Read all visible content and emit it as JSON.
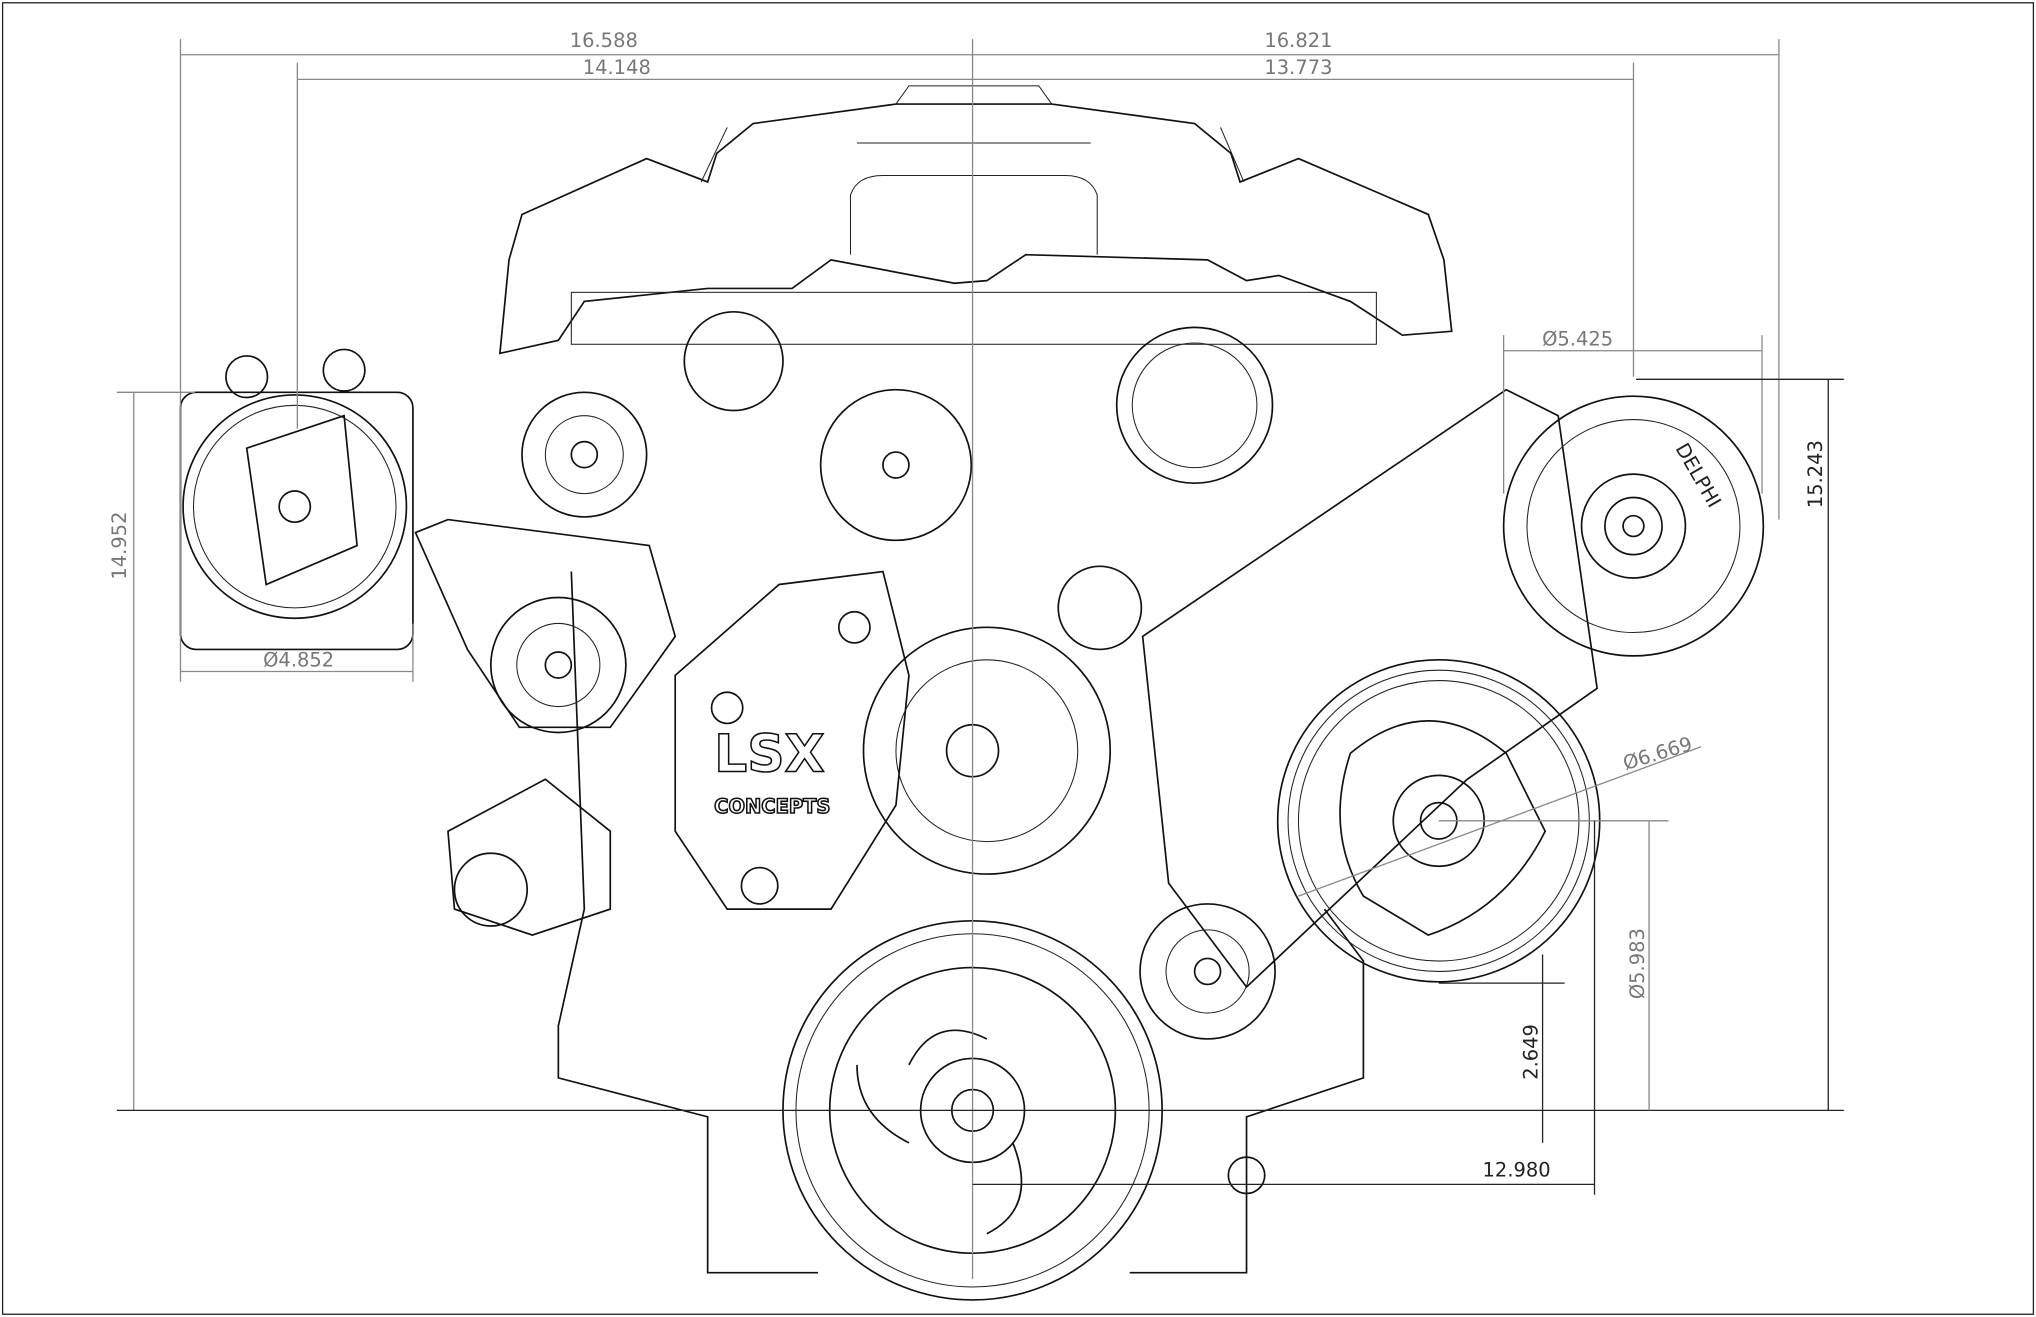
{
  "drawing": {
    "logo": {
      "line1": "LSX",
      "line2": "CONCEPTS"
    },
    "alternator_brand": "DELPHI",
    "dimensions": {
      "overall_left": "16.588",
      "overall_right": "16.821",
      "inner_left": "14.148",
      "inner_right": "13.773",
      "alternator_dia": "Ø5.425",
      "alternator_height": "15.243",
      "compressor_height": "14.952",
      "compressor_dia": "Ø4.852",
      "ps_pulley_dia": "Ø6.669",
      "ps_pulley_height": "Ø5.983",
      "ps_pulley_clearance": "2.649",
      "ps_offset": "12.980"
    }
  }
}
